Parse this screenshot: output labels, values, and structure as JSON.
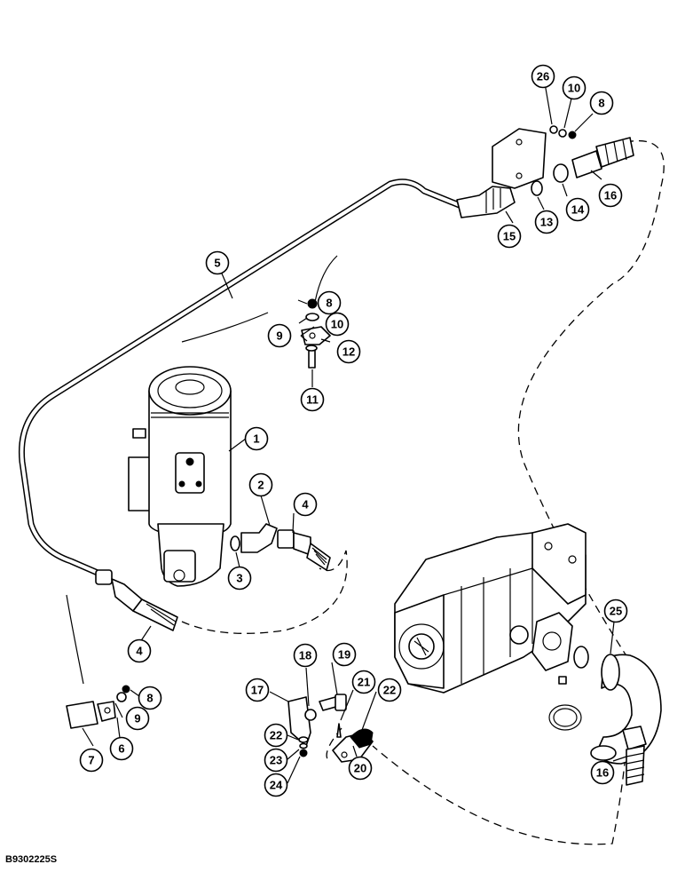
{
  "figure_id": "B9302225S",
  "callouts": [
    {
      "label": "1"
    },
    {
      "label": "2"
    },
    {
      "label": "3"
    },
    {
      "label": "4"
    },
    {
      "label": "4"
    },
    {
      "label": "5"
    },
    {
      "label": "6"
    },
    {
      "label": "7"
    },
    {
      "label": "8"
    },
    {
      "label": "8"
    },
    {
      "label": "8"
    },
    {
      "label": "9"
    },
    {
      "label": "9"
    },
    {
      "label": "10"
    },
    {
      "label": "10"
    },
    {
      "label": "11"
    },
    {
      "label": "12"
    },
    {
      "label": "13"
    },
    {
      "label": "14"
    },
    {
      "label": "15"
    },
    {
      "label": "16"
    },
    {
      "label": "16"
    },
    {
      "label": "17"
    },
    {
      "label": "18"
    },
    {
      "label": "19"
    },
    {
      "label": "20"
    },
    {
      "label": "21"
    },
    {
      "label": "22"
    },
    {
      "label": "22"
    },
    {
      "label": "23"
    },
    {
      "label": "24"
    },
    {
      "label": "25"
    },
    {
      "label": "26"
    }
  ]
}
